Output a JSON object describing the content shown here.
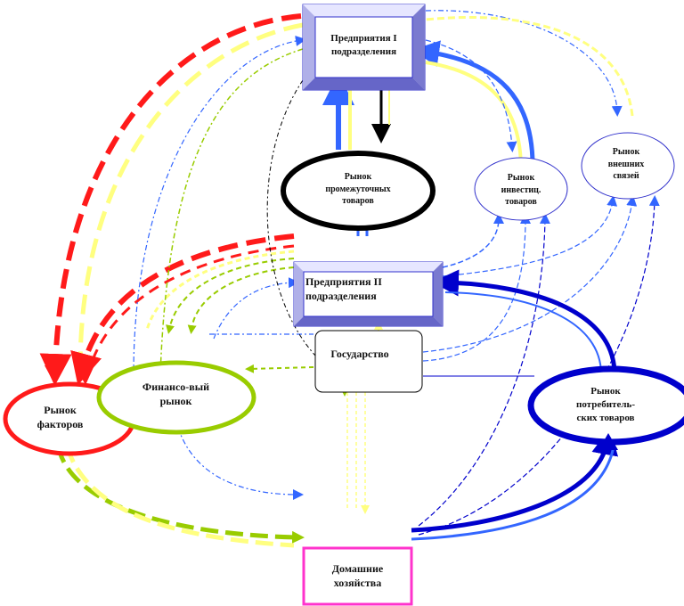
{
  "nodes": {
    "enterprises_1": {
      "label_line1": "Предприятия I",
      "label_line2": "подразделения"
    },
    "intermediate_market": {
      "label_line1": "Рынок",
      "label_line2": "промежуточных",
      "label_line3": "товаров"
    },
    "investment_market": {
      "label_line1": "Рынок",
      "label_line2": "инвестиц.",
      "label_line3": "товаров"
    },
    "foreign_market": {
      "label_line1": "Рынок",
      "label_line2": "внешних",
      "label_line3": "связей"
    },
    "enterprises_2": {
      "label_line1": "Предприятия II",
      "label_line2": "подразделения"
    },
    "government": {
      "label": "Государство"
    },
    "factor_market": {
      "label_line1": "Рынок",
      "label_line2": "факторов"
    },
    "financial_market": {
      "label_line1": "Финансо-вый",
      "label_line2": "рынок"
    },
    "consumer_market": {
      "label_line1": "Рынок",
      "label_line2": "потребитель-",
      "label_line3": "ских товаров"
    },
    "households": {
      "label_line1": "Домашние",
      "label_line2": "хозяйства"
    }
  },
  "colors": {
    "red": "#ff1a1a",
    "yellow": "#ffff80",
    "green": "#99cc00",
    "blue": "#3366ff",
    "navy": "#0000cc",
    "black": "#000000",
    "magenta": "#ff33cc",
    "frame_blue": "#9999ff"
  }
}
